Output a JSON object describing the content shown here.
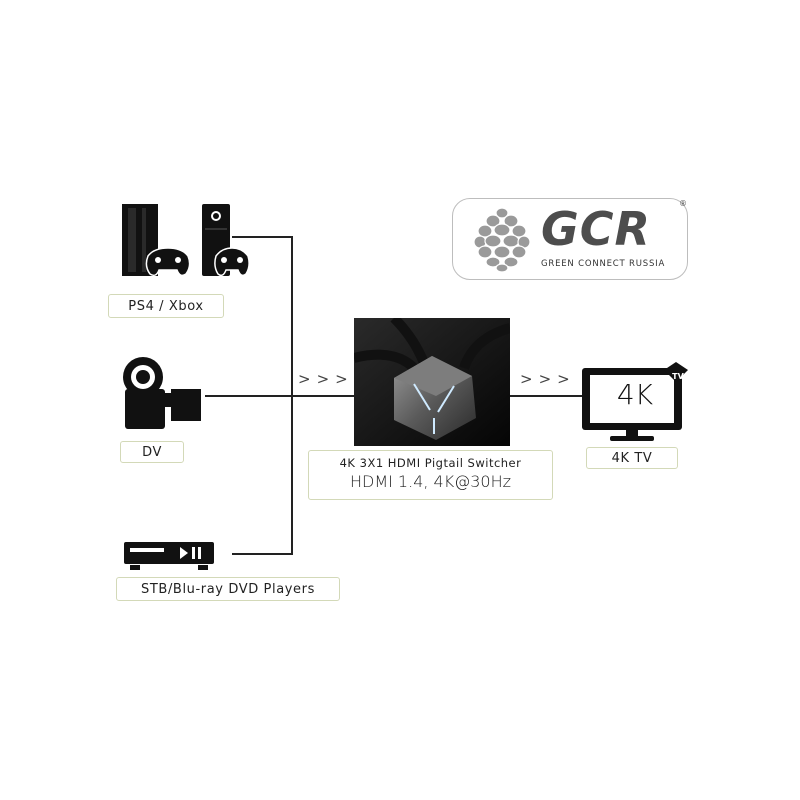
{
  "logo": {
    "wordmark": "GCR",
    "subtitle": "GREEN CONNECT RUSSIA",
    "registered": "®"
  },
  "sources": [
    {
      "label": "PS4 / Xbox",
      "icon": "game-console-icon"
    },
    {
      "label": "DV",
      "icon": "camcorder-icon"
    },
    {
      "label": "STB/Blu-ray DVD Players",
      "icon": "dvd-player-icon"
    }
  ],
  "switcher": {
    "title": "4K 3X1 HDMI Pigtail Switcher",
    "spec": "HDMI 1.4, 4K@30Hz"
  },
  "output": {
    "label": "4K TV",
    "screen_text": "4K",
    "badge": "TV"
  },
  "arrows": ">>>",
  "colors": {
    "line": "#222222",
    "label_border": "#d3d9b8",
    "logo_border": "#bdbdbd",
    "logo_text": "#4d4d4d"
  }
}
